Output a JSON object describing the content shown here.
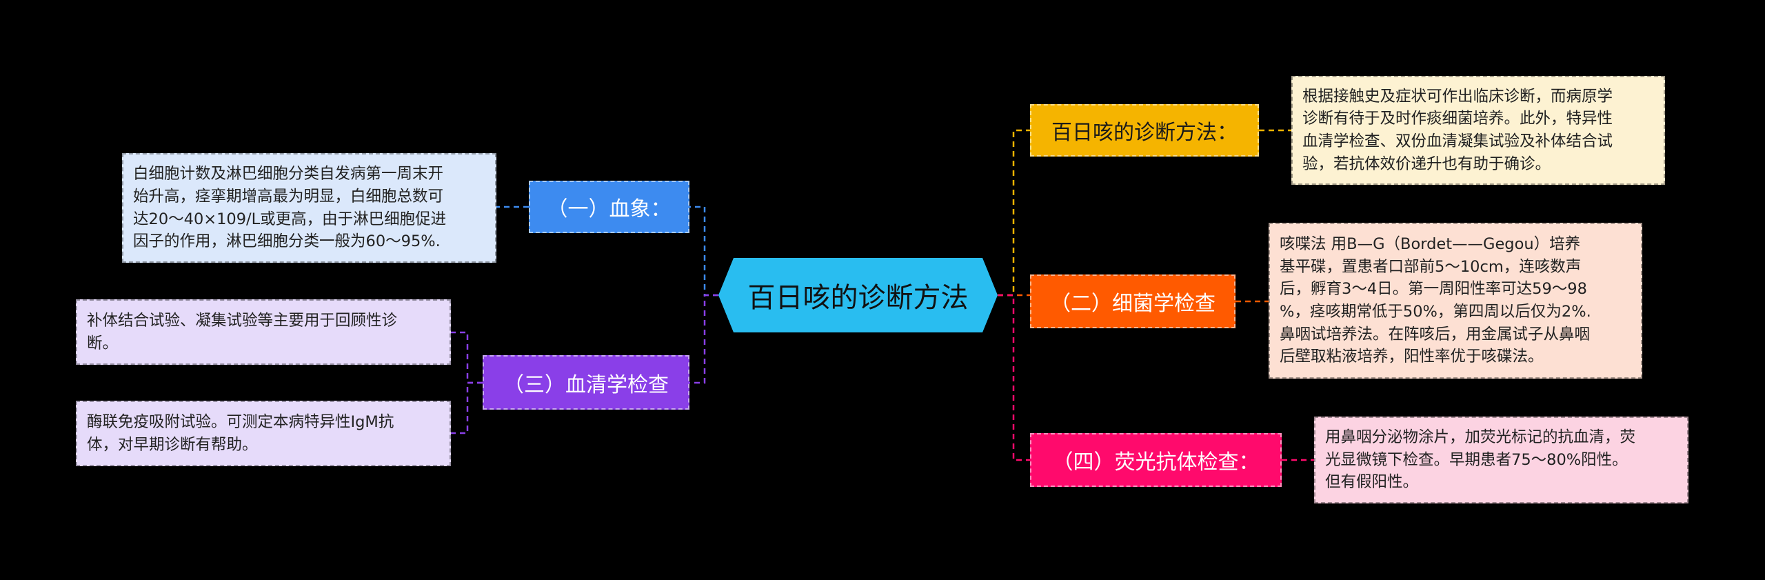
{
  "central": {
    "label": "百日咳的诊断方法",
    "color": "#29bdf0"
  },
  "branches": {
    "xiangxiang": {
      "label": "（一）血象：",
      "color": "#3d8bf0"
    },
    "xueqing": {
      "label": "（三）血清学检查",
      "color": "#8a3fe8"
    },
    "fangfa": {
      "label": "百日咳的诊断方法：",
      "color": "#f5b400"
    },
    "xijun": {
      "label": "（二）细菌学检查",
      "color": "#ff5a00"
    },
    "yingguang": {
      "label": "（四）荧光抗体检查：",
      "color": "#ff0a6c"
    }
  },
  "leaves": {
    "xiangxiang": {
      "lines": [
        "白细胞计数及淋巴细胞分类自发病第一周末开",
        "始升高，痉挛期增高最为明显，白细胞总数可",
        "达20～40×109/L或更高，由于淋巴细胞促进",
        "因子的作用，淋巴细胞分类一般为60～95%."
      ],
      "color": "#dbe8fb"
    },
    "xueqing_1": {
      "lines": [
        "补体结合试验、凝集试验等主要用于回顾性诊",
        "断。"
      ],
      "color": "#e6dbfa"
    },
    "xueqing_2": {
      "lines": [
        "酶联免疫吸附试验。可测定本病特异性IgM抗",
        "体，对早期诊断有帮助。"
      ],
      "color": "#e6dbfa"
    },
    "fangfa": {
      "lines": [
        "根据接触史及症状可作出临床诊断，而病原学",
        "诊断有待于及时作痰细菌培养。此外，特异性",
        "血清学检查、双份血清凝集试验及补体结合试",
        "验，若抗体效价递升也有助于确诊。"
      ],
      "color": "#fdf2d2"
    },
    "xijun": {
      "lines": [
        "咳喋法 用B—G（Bordet——Gegou）培养",
        "基平碟，置患者口部前5～10cm，连咳数声",
        "后，孵育3～4日。第一周阳性率可达59～98",
        "%，痉咳期常低于50%，第四周以后仅为2%.",
        "鼻咽试培养法。在阵咳后，用金属试子从鼻咽",
        "后壁取粘液培养，阳性率优于咳碟法。"
      ],
      "color": "#fde0d3"
    },
    "yingguang": {
      "lines": [
        "用鼻咽分泌物涂片，加荧光标记的抗血清，荧",
        "光显微镜下检查。早期患者75～80%阳性。",
        "但有假阳性。"
      ],
      "color": "#fcd3e2"
    }
  }
}
